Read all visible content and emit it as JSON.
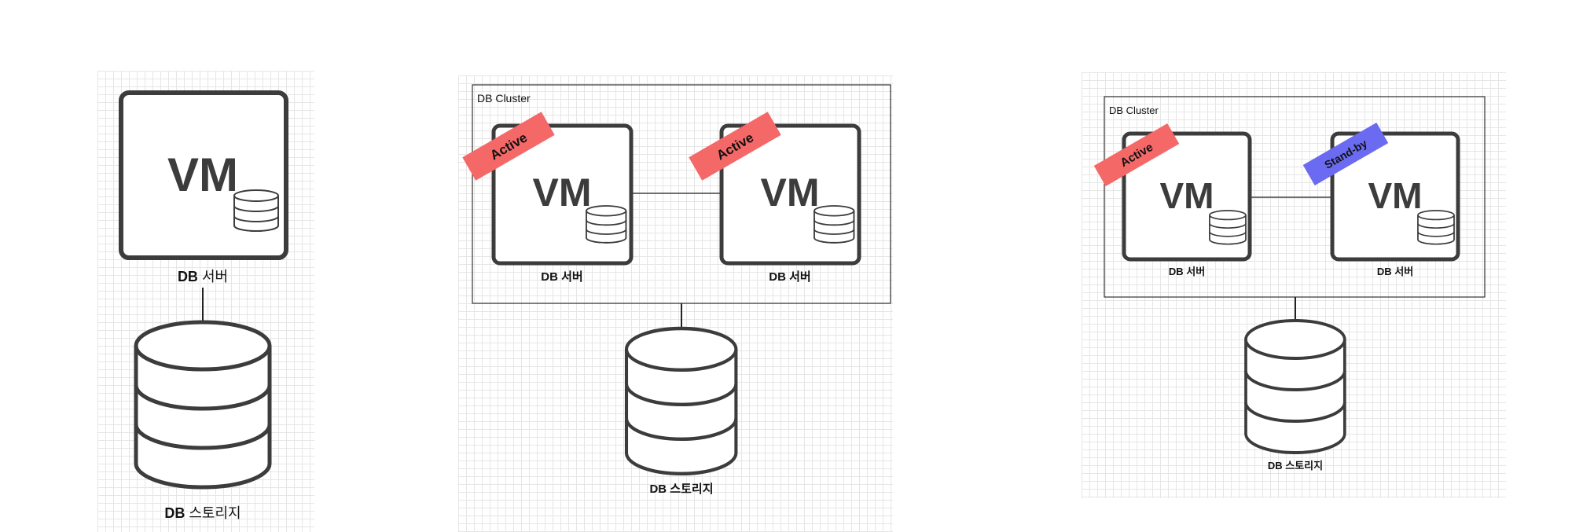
{
  "diagrams": {
    "single": {
      "server_vm_label": "VM",
      "server_label_bold": "DB",
      "server_label_rest": " 서버",
      "storage_label_bold": "DB",
      "storage_label_rest": " 스토리지"
    },
    "active_active": {
      "cluster_label": "DB Cluster",
      "server_left": {
        "vm_label": "VM",
        "badge": "Active",
        "label": "DB 서버"
      },
      "server_right": {
        "vm_label": "VM",
        "badge": "Active",
        "label": "DB 서버"
      },
      "storage_label": "DB 스토리지"
    },
    "active_standby": {
      "cluster_label": "DB Cluster",
      "server_left": {
        "vm_label": "VM",
        "badge": "Active",
        "label": "DB 서버"
      },
      "server_right": {
        "vm_label": "VM",
        "badge": "Stand-by",
        "label": "DB 서버"
      },
      "storage_label": "DB 스토리지"
    }
  },
  "colors": {
    "active_badge": "#f56868",
    "standby_badge": "#6b6bf2",
    "stroke": "#3c3c3c"
  }
}
